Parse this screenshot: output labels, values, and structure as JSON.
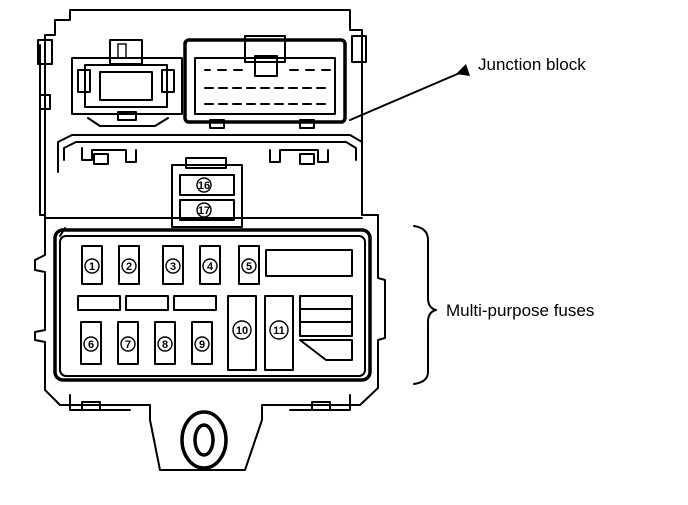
{
  "labels": {
    "junction_block": "Junction block",
    "multi_purpose_fuses": "Multi-purpose fuses"
  },
  "fuses": {
    "f1": "1",
    "f2": "2",
    "f3": "3",
    "f4": "4",
    "f5": "5",
    "f6": "6",
    "f7": "7",
    "f8": "8",
    "f9": "9",
    "f10": "10",
    "f11": "11",
    "f16": "16",
    "f17": "17"
  }
}
